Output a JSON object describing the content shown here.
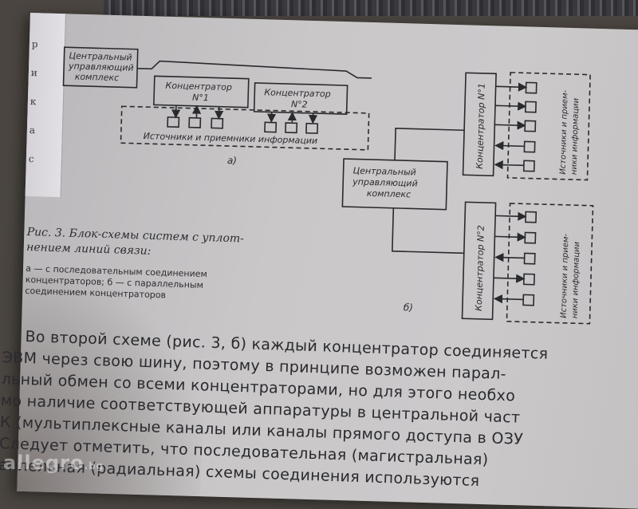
{
  "diagram_a": {
    "central": [
      "Центральный",
      "управляющий",
      "комплекс"
    ],
    "conc1": [
      "Концентратор",
      "N°1"
    ],
    "conc2": [
      "Концентратор",
      "N°2"
    ],
    "sources": "Источники и приемники информации",
    "letter": "а)"
  },
  "diagram_b": {
    "central": [
      "Центральный",
      "управляющий",
      "комплекс"
    ],
    "conc1": "Концентратор N°1",
    "conc2": "Концентратор N°2",
    "sources1": [
      "Источники и прием-",
      "ники информации"
    ],
    "sources2": [
      "Источники и прием-",
      "ники информации"
    ],
    "letter": "б)"
  },
  "caption": {
    "title_line1": "Рис. 3. Блок-схемы систем с уплот-",
    "title_line2": "нением линий связи:",
    "sub": [
      "а — с последовательным соединением",
      "концентраторов; б — с параллельным",
      "соединением концентраторов"
    ]
  },
  "body": {
    "lines": [
      "Во второй схеме (рис. 3, б) каждый концентратор соединяется",
      "ЭВМ через свою шину, поэтому в принципе возможен парал-",
      "льный обмен со всеми концентраторами, но для этого необхо",
      "мо наличие соответствующей аппаратуры в центральной част",
      "К (мультиплексные каналы или каналы прямого доступа в ОЗУ",
      "Следует отметить, что последовательная (магистральная)",
      "аллельная (радиальная) схемы соединения используются"
    ]
  },
  "left_page": {
    "letters": [
      "р",
      "и",
      "к",
      "а",
      "с"
    ]
  },
  "watermark": {
    "text": "allegro",
    "suffix": ".bg"
  }
}
